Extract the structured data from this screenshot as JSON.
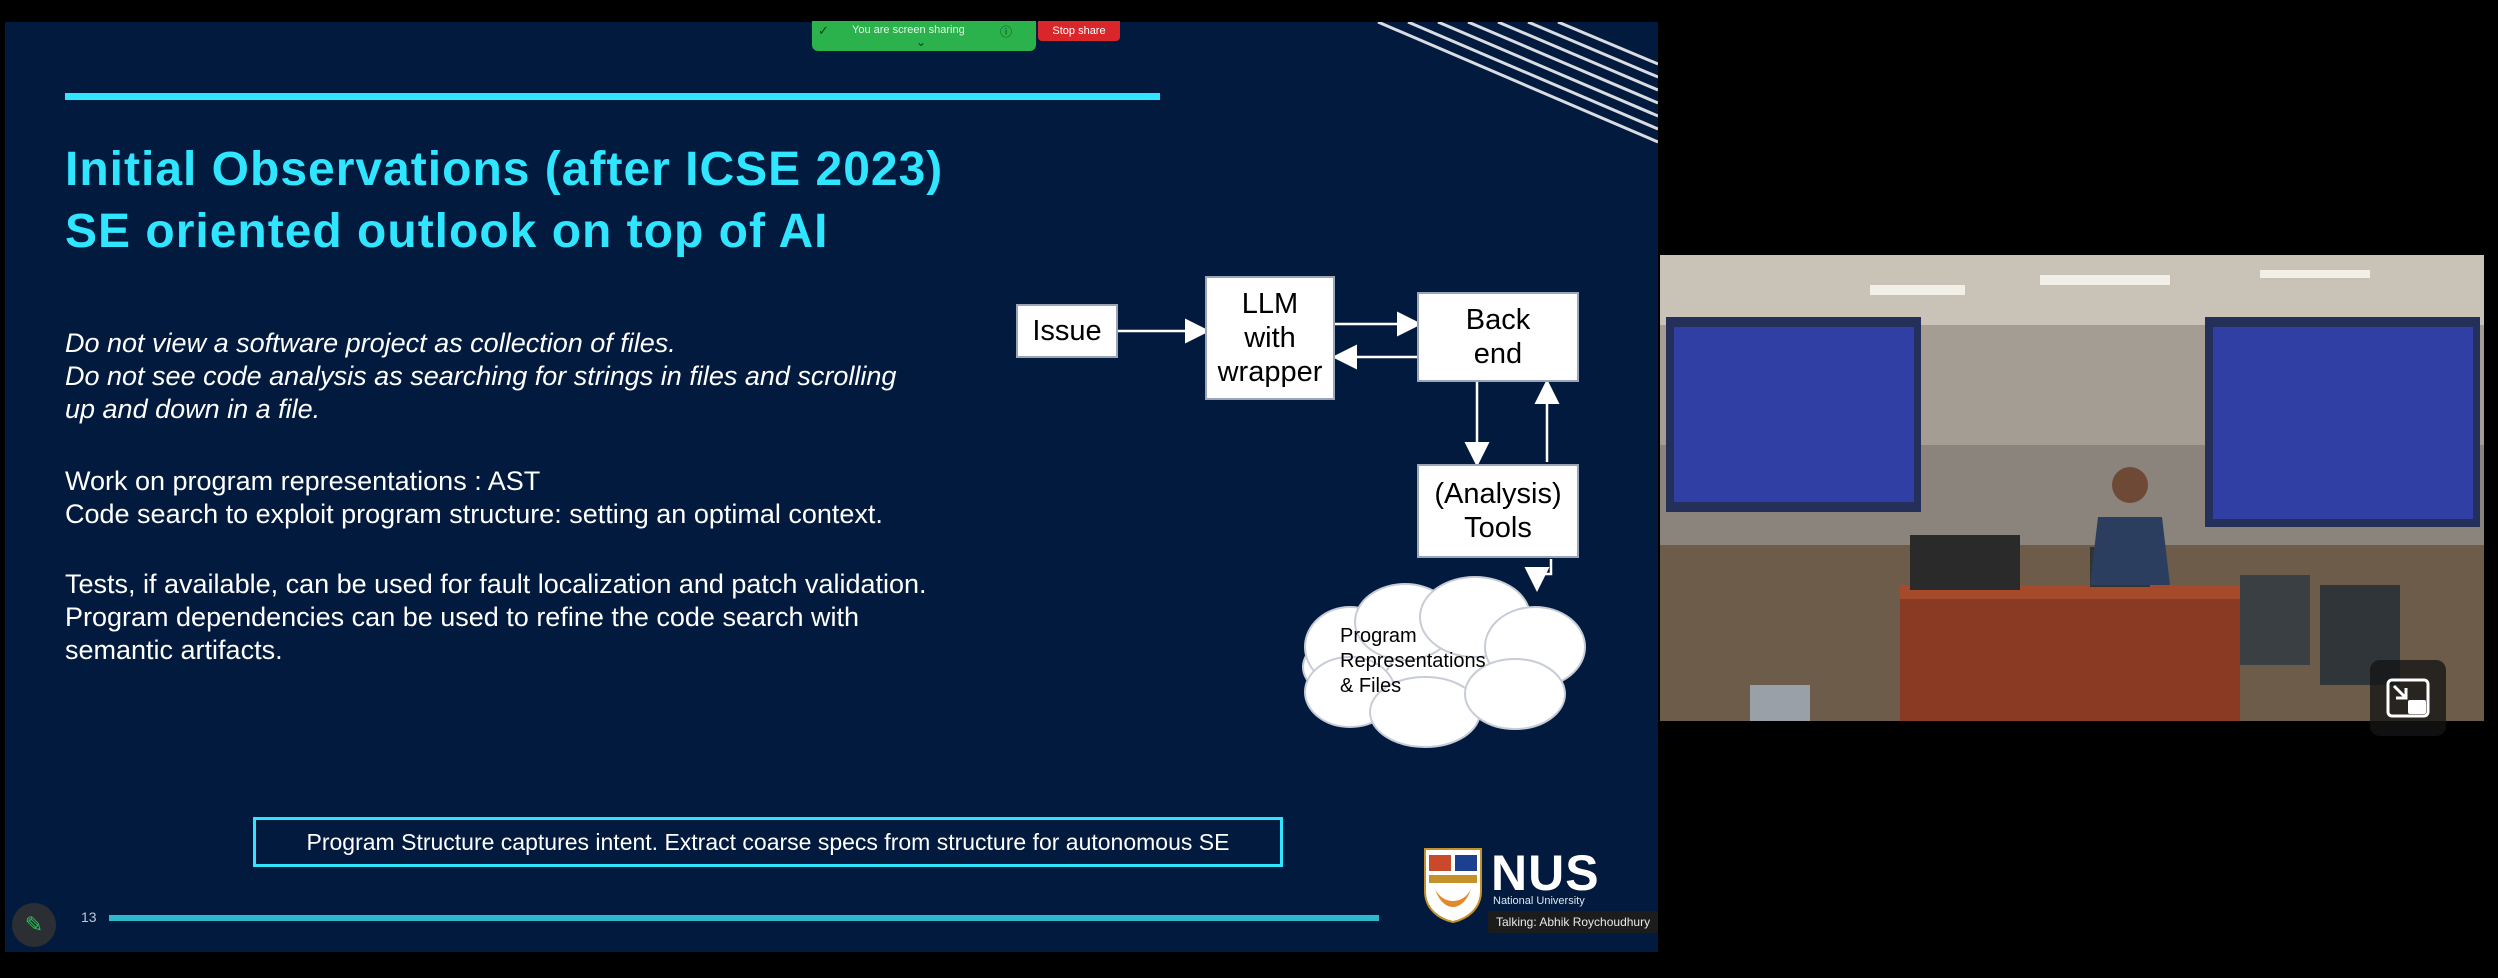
{
  "slide": {
    "title_line1": "Initial Observations (after ICSE 2023)",
    "title_line2": "SE oriented outlook on top of AI",
    "para1": [
      "Do not view a software project as collection of files.",
      "Do not see code analysis as searching for strings in files and scrolling",
      "up and down in a file."
    ],
    "para2": [
      "Work on program representations : AST",
      "Code search to exploit program structure:  setting an optimal context."
    ],
    "para3": [
      "Tests, if available, can be used for fault localization and patch validation.",
      "Program dependencies can be used to refine the code search with",
      "semantic artifacts."
    ],
    "diagram": {
      "issue": "Issue",
      "llm": [
        "LLM",
        "with",
        "wrapper"
      ],
      "backend": [
        "Back",
        "end"
      ],
      "tools": [
        "(Analysis)",
        "Tools"
      ],
      "cloud": [
        "Program",
        "Representations",
        "& Files"
      ]
    },
    "bottom_box": "Program Structure captures intent. Extract coarse specs from structure for autonomous SE",
    "page_number": "13",
    "logo_text": "NUS",
    "logo_sub": "National University",
    "accent_color": "#2fe5ff",
    "background_color": "#021a3e"
  },
  "share": {
    "message": "You are screen sharing",
    "stop_label": "Stop share"
  },
  "talking": "Talking: Abhik Roychoudhury",
  "icons": {
    "edit": "pencil-icon",
    "pip": "exit-pip-icon"
  }
}
